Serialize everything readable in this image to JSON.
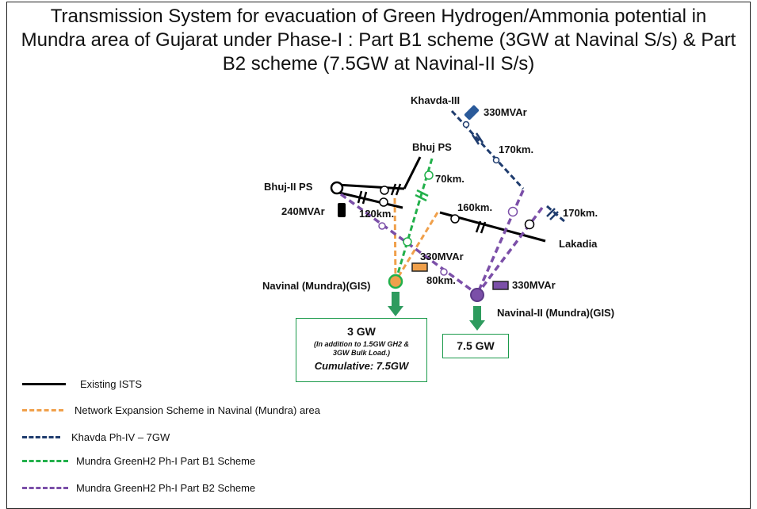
{
  "title": "Transmission System for evacuation of Green Hydrogen/Ammonia potential in Mundra area of Gujarat under Phase-I : Part B1 scheme (3GW at Navinal S/s) & Part B2 scheme (7.5GW at Navinal-II S/s)",
  "nodes": {
    "khavda_iii": "Khavda-III",
    "bhuj_ps": "Bhuj PS",
    "bhuj_ii_ps": "Bhuj-II PS",
    "lakadia": "Lakadia",
    "navinal": "Navinal (Mundra)(GIS)",
    "navinal_ii": "Navinal-II (Mundra)(GIS)"
  },
  "annotations": {
    "reactor_khavda": "330MVAr",
    "reactor_bhuj_ii": "240MVAr",
    "reactor_navinal": "330MVAr",
    "reactor_navinal_ii": "330MVAr",
    "len_khavda_navinal_ii": "170km.",
    "len_bhuj_navinal": "70km.",
    "len_bhuj_ii_navinal_ii": "120km.",
    "len_lakadia_bhuj_ii": "160km.",
    "len_lakadia_khavda": "170km.",
    "len_navinal_ii_bhuj_ii": "80km."
  },
  "capacity_boxes": {
    "navinal": {
      "value": "3 GW",
      "note_line1": "(In addition to 1.5GW GH2 &",
      "note_line2": "3GW Bulk Load.)",
      "cumulative": "Cumulative: 7.5GW"
    },
    "navinal_ii": {
      "value": "7.5 GW"
    }
  },
  "legend": [
    {
      "label": "Existing ISTS",
      "color": "#000000",
      "style": "solid"
    },
    {
      "label": "Network Expansion Scheme in Navinal (Mundra) area",
      "color": "#f0a04b",
      "style": "dashed"
    },
    {
      "label": "Khavda Ph-IV – 7GW",
      "color": "#1f3c6e",
      "style": "dashed"
    },
    {
      "label": "Mundra GreenH2 Ph-I Part B1 Scheme",
      "color": "#22b04b",
      "style": "dashed"
    },
    {
      "label": "Mundra GreenH2 Ph-I Part B2 Scheme",
      "color": "#7b4fa8",
      "style": "dashed"
    }
  ],
  "colors": {
    "existing": "#000000",
    "network_expansion": "#f0a04b",
    "khavda": "#1f3c6e",
    "b1": "#22b04b",
    "b2": "#7b4fa8",
    "arrow": "#2e9b5e"
  }
}
